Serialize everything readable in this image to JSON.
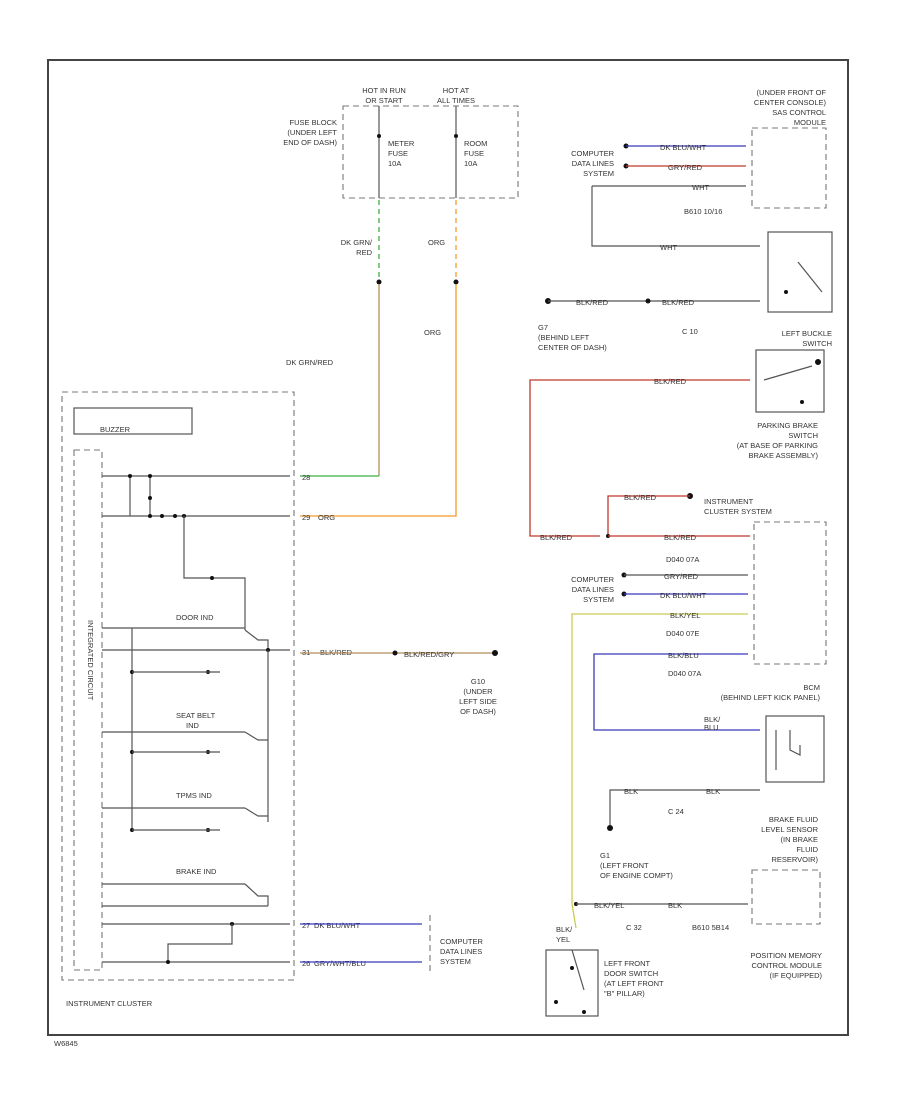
{
  "fuse_block": {
    "label": [
      "FUSE BLOCK",
      "(UNDER LEFT",
      "END OF DASH)"
    ]
  },
  "hot_run_start": [
    "HOT IN RUN",
    "OR START"
  ],
  "hot_all_times": [
    "HOT AT",
    "ALL TIMES"
  ],
  "meter_fuse": [
    "METER",
    "FUSE",
    "10A"
  ],
  "room_fuse": [
    "ROOM",
    "FUSE",
    "10A"
  ],
  "wire_dk_grn_red": [
    "DK GRN/",
    "RED"
  ],
  "wire_org": "ORG",
  "wire_org2": "ORG",
  "wire_dk_grn_red2": "DK GRN/RED",
  "instrument_cluster": {
    "buzzer": "BUZZER",
    "integrated_circuit": "INTEGRATED CIRCUIT",
    "door_ind": "DOOR IND",
    "seat_belt_ind": [
      "SEAT BELT",
      "IND"
    ],
    "tpms_ind": "TPMS IND",
    "brake_ind": "BRAKE IND",
    "label": "INSTRUMENT CLUSTER",
    "pin_28": "28",
    "pin_29": "29",
    "pin_29_org": "ORG",
    "pin_31": "31",
    "pin_31_wire": "BLK/RED",
    "pin_27": "27",
    "pin_27_wire": "DK BLU/WHT",
    "pin_26": "26",
    "pin_26_wire": "GRY/WHT/BLU"
  },
  "g10": [
    "G10",
    "(UNDER",
    "LEFT SIDE",
    "OF DASH)"
  ],
  "g10_wire": "BLK/RED/GRY",
  "computer_data_lines": [
    "COMPUTER",
    "DATA LINES",
    "SYSTEM"
  ],
  "sas_control": [
    "(UNDER FRONT OF",
    "CENTER CONSOLE)",
    "SAS CONTROL",
    "MODULE"
  ],
  "sas_wire1": "DK BLU/WHT",
  "sas_wire2": "GRY/RED",
  "sas_wire3": "WHT",
  "sas_conn": "B610 10/16",
  "wht_label": "WHT",
  "c10": "C 10",
  "blk_red_1": "BLK/RED",
  "blk_red_2": "BLK/RED",
  "g7": [
    "G7",
    "(BEHIND LEFT",
    "CENTER OF DASH)"
  ],
  "left_buckle": [
    "LEFT BUCKLE",
    "SWITCH"
  ],
  "parking_brake": [
    "PARKING BRAKE",
    "SWITCH",
    "(AT BASE OF PARKING",
    "BRAKE ASSEMBLY)"
  ],
  "inst_cluster_system": [
    "INSTRUMENT",
    "CLUSTER SYSTEM"
  ],
  "blk_red_3": "BLK/RED",
  "blk_red_4": "BLK/RED",
  "blk_red_5": "BLK/RED",
  "conn_d040_b": "D040 07A",
  "gry_red": "GRY/RED",
  "dk_blu_wht": "DK BLU/WHT",
  "blk_yel": "BLK/YEL",
  "conn_d040_e": "D040 07E",
  "blk_blu": "BLK/BLU",
  "conn_d040_a": "D040 07A",
  "bcm": [
    "BCM",
    "(BEHIND LEFT KICK PANEL)"
  ],
  "blk_bcm": [
    "BLK/",
    "BLU"
  ],
  "blk_c24a": "BLK",
  "blk_c24b": "BLK",
  "c24": "C 24",
  "brake_fluid": [
    "BRAKE FLUID",
    "LEVEL SENSOR",
    "(IN BRAKE",
    "FLUID",
    "RESERVOIR)"
  ],
  "g1": [
    "G1",
    "(LEFT FRONT",
    "OF ENGINE COMPT)"
  ],
  "blk_yel2": "BLK/YEL",
  "c32": "C 32",
  "blk_pos": "BLK",
  "conn_b610": "B610 5B14",
  "position_memory": [
    "POSITION MEMORY",
    "CONTROL MODULE",
    "(IF EQUIPPED)"
  ],
  "blk_yel_door": [
    "BLK/",
    "YEL"
  ],
  "left_door_switch": [
    "LEFT FRONT",
    "DOOR SWITCH",
    "(AT LEFT FRONT",
    "\"B\" PILLAR)"
  ],
  "footer_code": "W6845",
  "colors": {
    "green": "#3cb043",
    "orange": "#f39a2c",
    "blue": "#3b3bbf",
    "red": "#c0392b",
    "yellow": "#c9cc55",
    "tan": "#b58f5a"
  }
}
